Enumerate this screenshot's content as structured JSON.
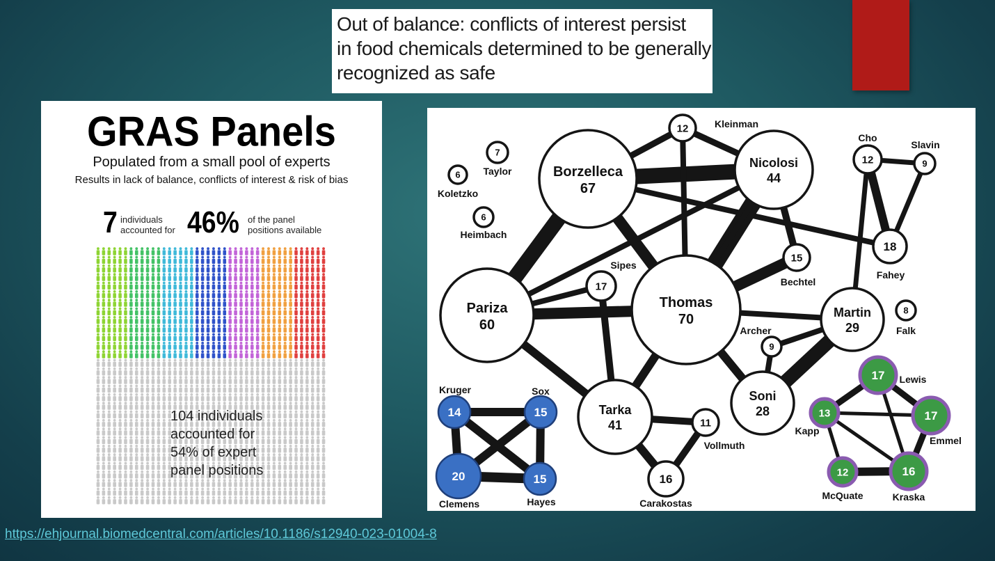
{
  "slide_title": {
    "lines": [
      "Out of balance: conflicts of interest persist",
      "in food chemicals determined to be generally",
      "recognized as safe"
    ]
  },
  "accent_color": "#b01b18",
  "infographic": {
    "title": "GRAS Panels",
    "subtitle": "Populated from a small pool of experts",
    "subtitle2": "Results in lack of balance, conflicts of interest & risk of bias",
    "stat1_value": "7",
    "stat1_text": "individuals accounted for",
    "stat2_value": "46%",
    "stat2_text": "of the panel positions available",
    "bottom_text": "104 individuals\naccounted for\n54% of expert\npanel positions",
    "group_colors": [
      "#8ed433",
      "#43c266",
      "#3fb9d9",
      "#2f52c9",
      "#c264d8",
      "#f0a040",
      "#e0403f"
    ],
    "grey_color": "#c9c9c9"
  },
  "network": {
    "nodes": [
      {
        "id": "borzelleca",
        "name": "Borzelleca",
        "value": "67",
        "label_inside": true
      },
      {
        "id": "nicolosi",
        "name": "Nicolosi",
        "value": "44",
        "label_inside": true
      },
      {
        "id": "kleinman",
        "name": "Kleinman",
        "value": "12",
        "label_inside": false
      },
      {
        "id": "cho",
        "name": "Cho",
        "value": "12",
        "label_inside": false
      },
      {
        "id": "slavin",
        "name": "Slavin",
        "value": "9",
        "label_inside": false
      },
      {
        "id": "fahey",
        "name": "Fahey",
        "value": "18",
        "label_inside": false
      },
      {
        "id": "taylor",
        "name": "Taylor",
        "value": "7",
        "label_inside": false
      },
      {
        "id": "koletzko",
        "name": "Koletzko",
        "value": "6",
        "label_inside": false
      },
      {
        "id": "heimbach",
        "name": "Heimbach",
        "value": "6",
        "label_inside": false
      },
      {
        "id": "bechtel",
        "name": "Bechtel",
        "value": "15",
        "label_inside": false
      },
      {
        "id": "sipes",
        "name": "Sipes",
        "value": "17",
        "label_inside": false
      },
      {
        "id": "pariza",
        "name": "Pariza",
        "value": "60",
        "label_inside": true
      },
      {
        "id": "thomas",
        "name": "Thomas",
        "value": "70",
        "label_inside": true
      },
      {
        "id": "martin",
        "name": "Martin",
        "value": "29",
        "label_inside": true
      },
      {
        "id": "falk",
        "name": "Falk",
        "value": "8",
        "label_inside": false
      },
      {
        "id": "archer",
        "name": "Archer",
        "value": "9",
        "label_inside": false
      },
      {
        "id": "soni",
        "name": "Soni",
        "value": "28",
        "label_inside": true
      },
      {
        "id": "tarka",
        "name": "Tarka",
        "value": "41",
        "label_inside": true
      },
      {
        "id": "vollmuth",
        "name": "Vollmuth",
        "value": "11",
        "label_inside": false
      },
      {
        "id": "carakostas",
        "name": "Carakostas",
        "value": "16",
        "label_inside": false
      },
      {
        "id": "kruger",
        "name": "Kruger",
        "value": "14",
        "label_inside": false,
        "group": "blue"
      },
      {
        "id": "sox",
        "name": "Sox",
        "value": "15",
        "label_inside": false,
        "group": "blue"
      },
      {
        "id": "clemens",
        "name": "Clemens",
        "value": "20",
        "label_inside": false,
        "group": "blue"
      },
      {
        "id": "hayes",
        "name": "Hayes",
        "value": "15",
        "label_inside": false,
        "group": "blue"
      },
      {
        "id": "lewis",
        "name": "Lewis",
        "value": "17",
        "label_inside": false,
        "group": "green"
      },
      {
        "id": "kapp",
        "name": "Kapp",
        "value": "13",
        "label_inside": false,
        "group": "green"
      },
      {
        "id": "emmel",
        "name": "Emmel",
        "value": "17",
        "label_inside": false,
        "group": "green"
      },
      {
        "id": "mcquate",
        "name": "McQuate",
        "value": "12",
        "label_inside": false,
        "group": "green"
      },
      {
        "id": "kraska",
        "name": "Kraska",
        "value": "16",
        "label_inside": false,
        "group": "green"
      }
    ],
    "edges": [
      [
        "borzelleca",
        "nicolosi"
      ],
      [
        "borzelleca",
        "kleinman"
      ],
      [
        "kleinman",
        "nicolosi"
      ],
      [
        "kleinman",
        "thomas"
      ],
      [
        "borzelleca",
        "pariza"
      ],
      [
        "borzelleca",
        "thomas"
      ],
      [
        "borzelleca",
        "fahey"
      ],
      [
        "nicolosi",
        "thomas"
      ],
      [
        "nicolosi",
        "pariza"
      ],
      [
        "nicolosi",
        "bechtel"
      ],
      [
        "nicolosi",
        "tarka"
      ],
      [
        "thomas",
        "bechtel"
      ],
      [
        "pariza",
        "sipes"
      ],
      [
        "pariza",
        "thomas"
      ],
      [
        "pariza",
        "tarka"
      ],
      [
        "sipes",
        "tarka"
      ],
      [
        "thomas",
        "tarka"
      ],
      [
        "thomas",
        "soni"
      ],
      [
        "thomas",
        "martin"
      ],
      [
        "martin",
        "soni"
      ],
      [
        "martin",
        "archer"
      ],
      [
        "archer",
        "soni"
      ],
      [
        "martin",
        "cho"
      ],
      [
        "cho",
        "slavin"
      ],
      [
        "cho",
        "fahey"
      ],
      [
        "slavin",
        "fahey"
      ],
      [
        "tarka",
        "vollmuth"
      ],
      [
        "tarka",
        "carakostas"
      ],
      [
        "vollmuth",
        "carakostas"
      ],
      [
        "kruger",
        "sox"
      ],
      [
        "kruger",
        "clemens"
      ],
      [
        "kruger",
        "hayes"
      ],
      [
        "sox",
        "clemens"
      ],
      [
        "sox",
        "hayes"
      ],
      [
        "clemens",
        "hayes"
      ],
      [
        "lewis",
        "kapp"
      ],
      [
        "lewis",
        "emmel"
      ],
      [
        "lewis",
        "kraska"
      ],
      [
        "kapp",
        "emmel"
      ],
      [
        "kapp",
        "mcquate"
      ],
      [
        "kapp",
        "kraska"
      ],
      [
        "emmel",
        "kraska"
      ],
      [
        "mcquate",
        "kraska"
      ]
    ],
    "group_colors": {
      "blue": "#3a70c4",
      "green": "#3c9a45",
      "green_ring": "#8a5bb0"
    }
  },
  "source_link": "https://ehjournal.biomedcentral.com/articles/10.1186/s12940-023-01004-8"
}
